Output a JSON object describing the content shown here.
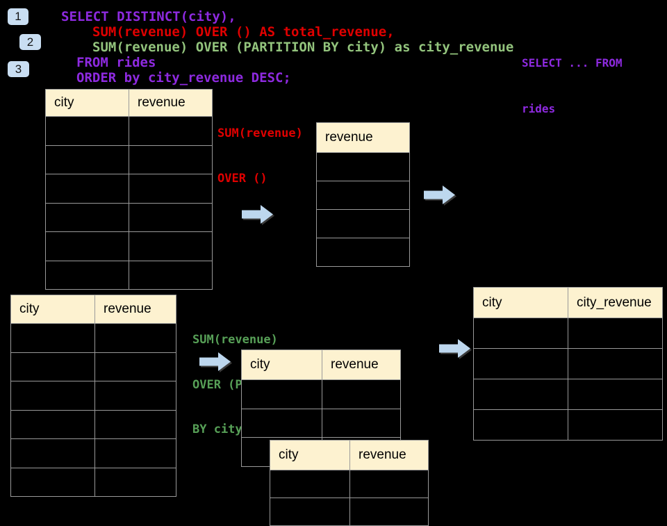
{
  "step_badges": [
    "1",
    "2",
    "3"
  ],
  "sql_query": {
    "lines": [
      "SELECT DISTINCT(city),",
      "SUM(revenue) OVER () AS total_revenue,",
      "SUM(revenue) OVER (PARTITION BY city) as city_revenue",
      "FROM rides",
      "ORDER by city_revenue DESC;"
    ]
  },
  "from_snippet": {
    "line1": "SELECT ... FROM",
    "line2": "rides"
  },
  "total_label": {
    "line1": "SUM(revenue)",
    "line2": "OVER ()"
  },
  "partition_label": {
    "line1": "SUM(revenue)",
    "line2": "OVER (PARTITION",
    "line3": "BY city)"
  },
  "tables": {
    "rides_top": {
      "headers": [
        "city",
        "revenue"
      ],
      "empty_rows": 6
    },
    "total_revenue_result": {
      "headers": [
        "revenue"
      ],
      "empty_rows": 4
    },
    "rides_bottom": {
      "headers": [
        "city",
        "revenue"
      ],
      "empty_rows": 6
    },
    "partition_group": {
      "headers": [
        "city",
        "revenue"
      ],
      "empty_rows": 3
    },
    "partition_group_overlay": {
      "headers": [
        "city",
        "revenue"
      ],
      "empty_rows": 2
    },
    "city_revenue_result": {
      "headers": [
        "city",
        "city_revenue"
      ],
      "empty_rows": 4
    }
  },
  "colors": {
    "purple": "#8e2ae0",
    "red": "#e00000",
    "code_green": "#93c47d",
    "label_green": "#57a057",
    "header_bg": "#fdf2d0",
    "table_border": "#9a9a9a",
    "arrow_fill": "#bdd7ee",
    "badge_bg": "#c9def2"
  }
}
